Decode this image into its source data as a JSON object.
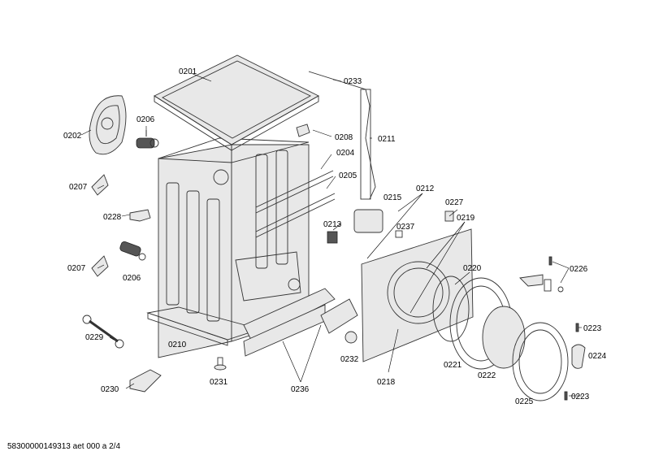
{
  "labels": {
    "p0201": "0201",
    "p0202": "0202",
    "p0204": "0204",
    "p0205": "0205",
    "p0206a": "0206",
    "p0206b": "0206",
    "p0207a": "0207",
    "p0207b": "0207",
    "p0208": "0208",
    "p0210": "0210",
    "p0211": "0211",
    "p0212": "0212",
    "p0213": "0213",
    "p0215": "0215",
    "p0218": "0218",
    "p0219": "0219",
    "p0220": "0220",
    "p0221": "0221",
    "p0222": "0222",
    "p0223a": "0223",
    "p0223b": "0223",
    "p0224": "0224",
    "p0225": "0225",
    "p0226": "0226",
    "p0227": "0227",
    "p0228": "0228",
    "p0229": "0229",
    "p0230": "0230",
    "p0231": "0231",
    "p0232": "0232",
    "p0233": "0233",
    "p0236": "0236",
    "p0237": "0237"
  },
  "footer": "58300000149313 aet 000 a 2/4"
}
